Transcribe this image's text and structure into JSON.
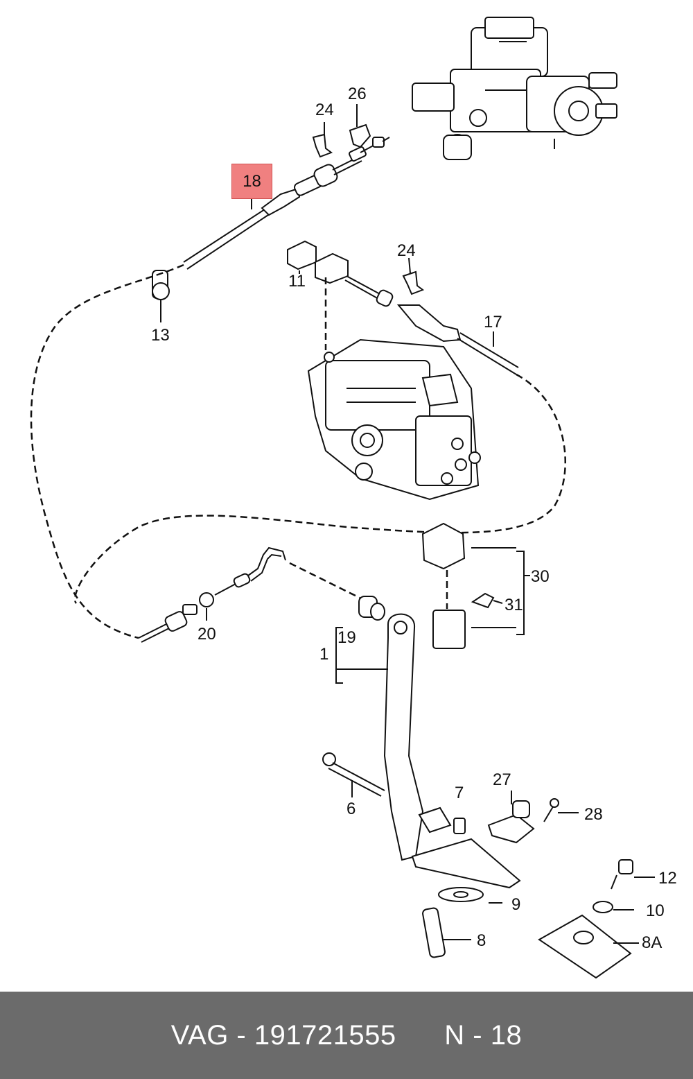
{
  "callouts": {
    "c24a": "24",
    "c26": "26",
    "c18": "18",
    "c11": "11",
    "c24b": "24",
    "c13": "13",
    "c17": "17",
    "c30": "30",
    "c31": "31",
    "c20": "20",
    "c19": "19",
    "c1": "1",
    "c7": "7",
    "c27": "27",
    "c6": "6",
    "c28": "28",
    "c12": "12",
    "c9": "9",
    "c10": "10",
    "c8": "8",
    "c8a": "8A"
  },
  "highlighted_part": "18",
  "highlight_color": "#f08080",
  "footer": {
    "brand": "VAG",
    "part_number": "191721555",
    "position": "N - 18",
    "background": "#6b6b6b"
  }
}
